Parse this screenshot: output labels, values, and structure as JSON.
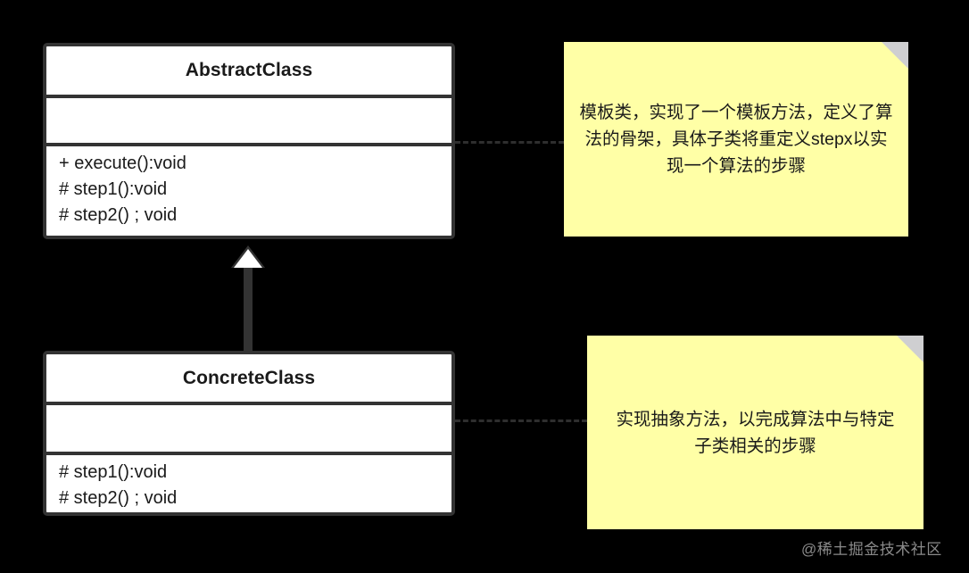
{
  "diagram": {
    "title": "Template Method Pattern UML",
    "background_color": "#000000",
    "class_border_color": "#333333",
    "class_fill_color": "#ffffff",
    "note_fill_color": "#ffffa6",
    "note_fold_color": "#cfcfd1"
  },
  "classes": [
    {
      "name": "AbstractClass",
      "attributes": [],
      "methods": [
        "+ execute():void",
        "# step1():void",
        "# step2() ; void"
      ]
    },
    {
      "name": "ConcreteClass",
      "attributes": [],
      "methods": [
        "# step1():void",
        "# step2() ; void"
      ]
    }
  ],
  "notes": [
    {
      "text": "模板类，实现了一个模板方法，定义了算法的骨架，具体子类将重定义stepx以实现一个算法的步骤",
      "attached_to": "AbstractClass"
    },
    {
      "text": "实现抽象方法，以完成算法中与特定子类相关的步骤",
      "attached_to": "ConcreteClass"
    }
  ],
  "relationships": [
    {
      "type": "generalization",
      "from": "ConcreteClass",
      "to": "AbstractClass",
      "arrow": "hollow-triangle"
    },
    {
      "type": "note-link",
      "from": "AbstractClass",
      "to": "note-1",
      "style": "dashed"
    },
    {
      "type": "note-link",
      "from": "ConcreteClass",
      "to": "note-2",
      "style": "dashed"
    }
  ],
  "watermark": {
    "text": "@稀土掘金技术社区"
  }
}
